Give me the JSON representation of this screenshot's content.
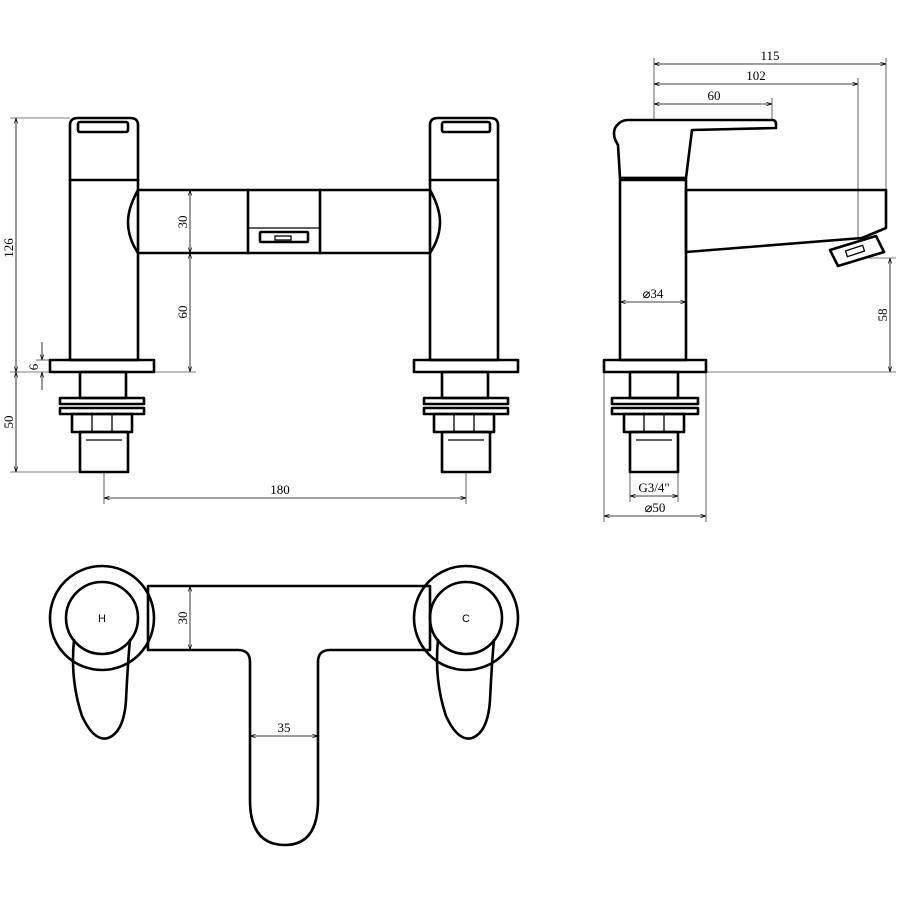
{
  "front_view": {
    "dims": {
      "total_height": "126",
      "body_height": "30",
      "spout_clearance": "60",
      "base_plate": "6",
      "tail_length": "50",
      "centres": "180"
    }
  },
  "side_view": {
    "dims": {
      "overall_depth": "115",
      "spout_reach": "102",
      "handle_reach": "60",
      "spout_height": "58",
      "body_diameter": "⌀34",
      "thread": "G3/4\"",
      "base_diameter": "⌀50"
    }
  },
  "top_view": {
    "dims": {
      "body_depth": "30",
      "spout_width": "35"
    },
    "hot_label": "H",
    "cold_label": "C"
  }
}
